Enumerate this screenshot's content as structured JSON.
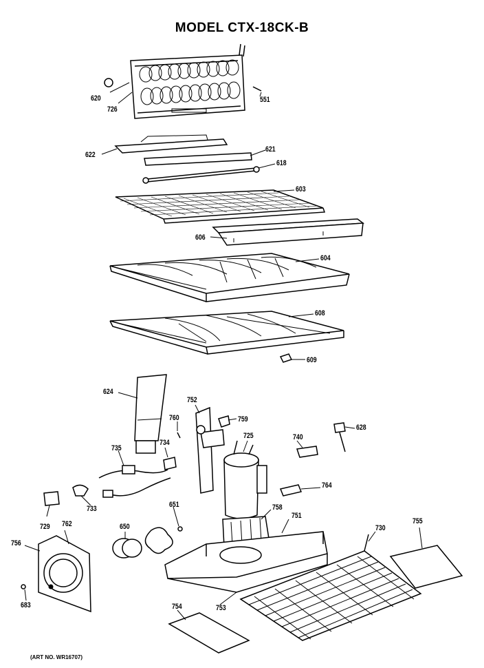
{
  "title": "MODEL CTX-18CK-B",
  "footer": "(ART NO. WR16707)",
  "parts": {
    "p620": "620",
    "p726": "726",
    "p551": "551",
    "p622": "622",
    "p621": "621",
    "p618": "618",
    "p603": "603",
    "p606": "606",
    "p604": "604",
    "p608": "608",
    "p609": "609",
    "p624": "624",
    "p752": "752",
    "p760": "760",
    "p759": "759",
    "p628": "628",
    "p725": "725",
    "p740": "740",
    "p734": "734",
    "p735": "735",
    "p764": "764",
    "p733": "733",
    "p651": "651",
    "p758": "758",
    "p751": "751",
    "p729": "729",
    "p762": "762",
    "p756": "756",
    "p650": "650",
    "p730": "730",
    "p755": "755",
    "p683": "683",
    "p754": "754",
    "p753": "753"
  }
}
